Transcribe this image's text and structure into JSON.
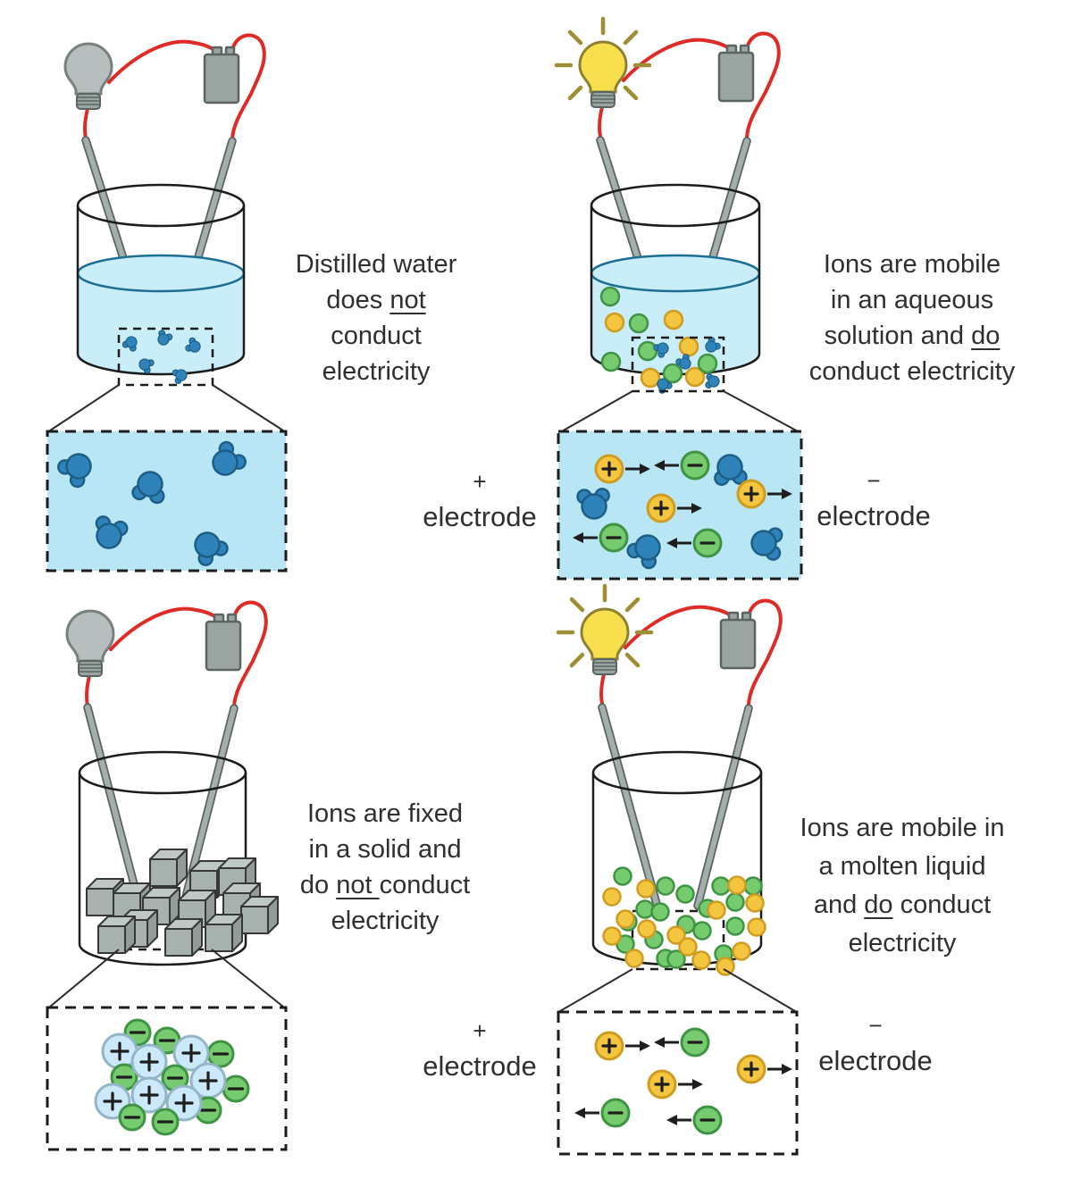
{
  "colors": {
    "background": "#ffffff",
    "water": "#c9edf9",
    "water_line": "#1d6f96",
    "inset_blue": "#b9e6f5",
    "wire": "#de2b26",
    "bulb_off": "#b6bfbd",
    "bulb_off_stroke": "#76807e",
    "bulb_on": "#f8df4d",
    "bulb_on_stroke": "#8e8030",
    "ray": "#9d8f35",
    "metal": "#9aa5a2",
    "metal_dark": "#5a6462",
    "positive_ion": "#f4c63f",
    "positive_ion_stroke": "#cf9c22",
    "negative_ion": "#75cb6e",
    "negative_ion_stroke": "#3f9444",
    "solid_positive_ion": "#cbe9f8",
    "solid_positive_ion_stroke": "#92b5c8",
    "molecule": "#2e84ba",
    "molecule_stroke": "#1d5e86",
    "cube_front": "#a7b2af",
    "cube_top": "#bec8c5",
    "cube_side": "#929d9a",
    "outline": "#1c1c1c",
    "text": "#2f2f2f"
  },
  "panels": [
    {
      "id": "distilled-water",
      "bulb": "off",
      "caption": {
        "lines": [
          {
            "pre": "Distilled water",
            "u": "",
            "post": ""
          },
          {
            "pre": "does ",
            "u": "not ",
            "post": ""
          },
          {
            "pre": "conduct",
            "u": "",
            "post": ""
          },
          {
            "pre": "electricity",
            "u": "",
            "post": ""
          }
        ]
      }
    },
    {
      "id": "aqueous-solution",
      "bulb": "on",
      "caption": {
        "lines": [
          {
            "pre": "Ions are mobile",
            "u": "",
            "post": ""
          },
          {
            "pre": "in an aqueous",
            "u": "",
            "post": ""
          },
          {
            "pre": "solution and ",
            "u": "do",
            "post": ""
          },
          {
            "pre": "conduct electricity",
            "u": "",
            "post": ""
          }
        ]
      }
    },
    {
      "id": "solid",
      "bulb": "off",
      "caption": {
        "lines": [
          {
            "pre": "Ions are fixed",
            "u": "",
            "post": ""
          },
          {
            "pre": "in a solid and",
            "u": "",
            "post": ""
          },
          {
            "pre": "do ",
            "u": "not ",
            "post": "conduct"
          },
          {
            "pre": "electricity",
            "u": "",
            "post": ""
          }
        ]
      }
    },
    {
      "id": "molten-liquid",
      "bulb": "on",
      "caption": {
        "lines": [
          {
            "pre": "Ions are mobile in",
            "u": "",
            "post": ""
          },
          {
            "pre": "a molten liquid",
            "u": "",
            "post": ""
          },
          {
            "pre": "and ",
            "u": "do",
            "post": " conduct"
          },
          {
            "pre": "electricity",
            "u": "",
            "post": ""
          }
        ]
      }
    }
  ],
  "electrode_labels": {
    "top_plus": {
      "sign": "+",
      "word": "electrode"
    },
    "top_minus": {
      "sign": "−",
      "word": "electrode"
    },
    "bottom_plus": {
      "sign": "+",
      "word": "electrode"
    },
    "bottom_minus": {
      "sign": "−",
      "word": "electrode"
    }
  }
}
